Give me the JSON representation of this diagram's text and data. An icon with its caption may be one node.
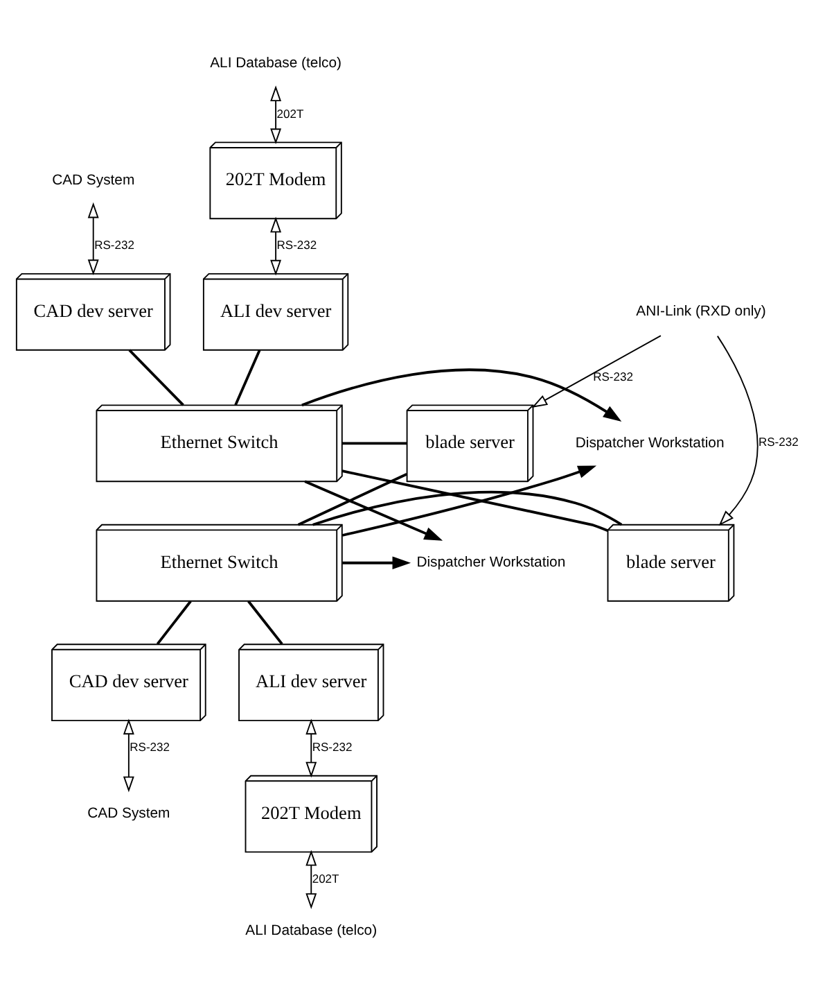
{
  "diagram": {
    "nodes": [
      {
        "text": [
          "ALI Database (telco)"
        ]
      },
      {
        "text": [
          "202T Modem"
        ]
      },
      {
        "text": [
          "CAD System"
        ]
      },
      {
        "text": [
          "CAD dev server"
        ]
      },
      {
        "text": [
          "ALI dev server"
        ]
      },
      {
        "text": [
          "ANI-Link (RXD only)"
        ]
      },
      {
        "text": [
          "Dispatcher Workstation"
        ]
      },
      {
        "text": [
          "Ethernet Switch"
        ]
      },
      {
        "text": [
          "blade server"
        ]
      },
      {
        "text": [
          "Dispatcher Workstation"
        ]
      },
      {
        "text": [
          "Ethernet Switch"
        ]
      },
      {
        "text": [
          "blade server"
        ]
      },
      {
        "text": [
          "CAD dev server"
        ]
      },
      {
        "text": [
          "ALI dev server"
        ]
      },
      {
        "text": [
          "CAD System"
        ]
      },
      {
        "text": [
          "202T Modem"
        ]
      },
      {
        "text": [
          "ALI Database (telco)"
        ]
      }
    ],
    "edges": [
      {
        "from": 0,
        "to": 1,
        "arrow": "both",
        "label": "202T"
      },
      {
        "from": 2,
        "to": 3,
        "arrow": "both",
        "label": "RS-232"
      },
      {
        "from": 1,
        "to": 4,
        "arrow": "both",
        "label": "RS-232"
      },
      {
        "from": 3,
        "to": 7,
        "arrow": "none"
      },
      {
        "from": 4,
        "to": 7,
        "arrow": "none"
      },
      {
        "from": 5,
        "to": 8,
        "arrow": "to",
        "label": "RS-232"
      },
      {
        "from": 5,
        "to": 11,
        "arrow": "to",
        "label": "RS-232"
      },
      {
        "from": 7,
        "to": 6,
        "arrow": "to"
      },
      {
        "from": 7,
        "to": 9,
        "arrow": "to"
      },
      {
        "from": 10,
        "to": 6,
        "arrow": "to"
      },
      {
        "from": 10,
        "to": 9,
        "arrow": "to"
      },
      {
        "from": 7,
        "to": 8,
        "arrow": "none"
      },
      {
        "from": 7,
        "to": 11,
        "arrow": "none"
      },
      {
        "from": 10,
        "to": 8,
        "arrow": "none"
      },
      {
        "from": 10,
        "to": 11,
        "arrow": "none"
      },
      {
        "from": 10,
        "to": 12,
        "arrow": "none"
      },
      {
        "from": 10,
        "to": 13,
        "arrow": "none"
      },
      {
        "from": 12,
        "to": 14,
        "arrow": "both",
        "label": "RS-232"
      },
      {
        "from": 13,
        "to": 15,
        "arrow": "both",
        "label": "RS-232"
      },
      {
        "from": 15,
        "to": 16,
        "arrow": "both",
        "label": "202T"
      }
    ]
  }
}
